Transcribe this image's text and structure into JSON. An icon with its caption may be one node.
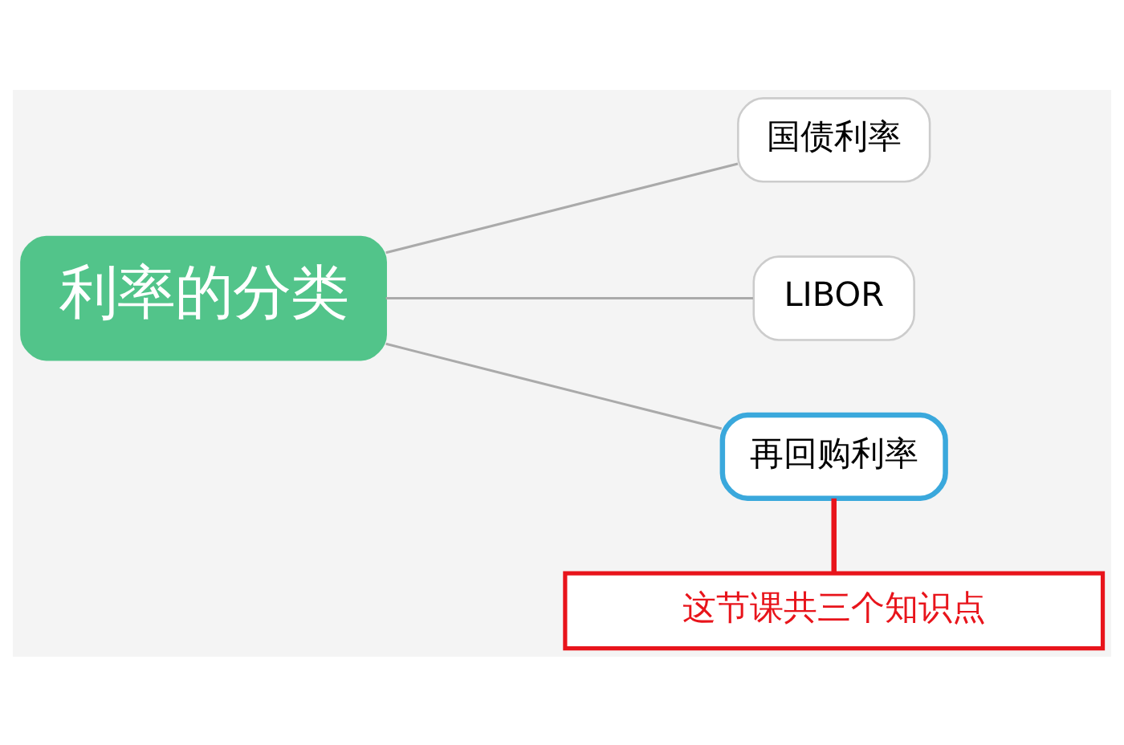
{
  "diagram": {
    "nodes": [
      {
        "text": [
          "利率的分类"
        ]
      },
      {
        "text": [
          "国债利率"
        ]
      },
      {
        "text": [
          "LIBOR"
        ]
      },
      {
        "text": [
          "再回购利率"
        ]
      },
      {
        "text": [
          "这节课共三个知识点"
        ]
      }
    ],
    "edges": [
      {
        "from": 0,
        "to": 1,
        "arrow": "none"
      },
      {
        "from": 0,
        "to": 2,
        "arrow": "none"
      },
      {
        "from": 0,
        "to": 3,
        "arrow": "none"
      },
      {
        "from": 4,
        "to": 3,
        "arrow": "none",
        "color": "#e8141b",
        "style": "thick"
      }
    ]
  }
}
